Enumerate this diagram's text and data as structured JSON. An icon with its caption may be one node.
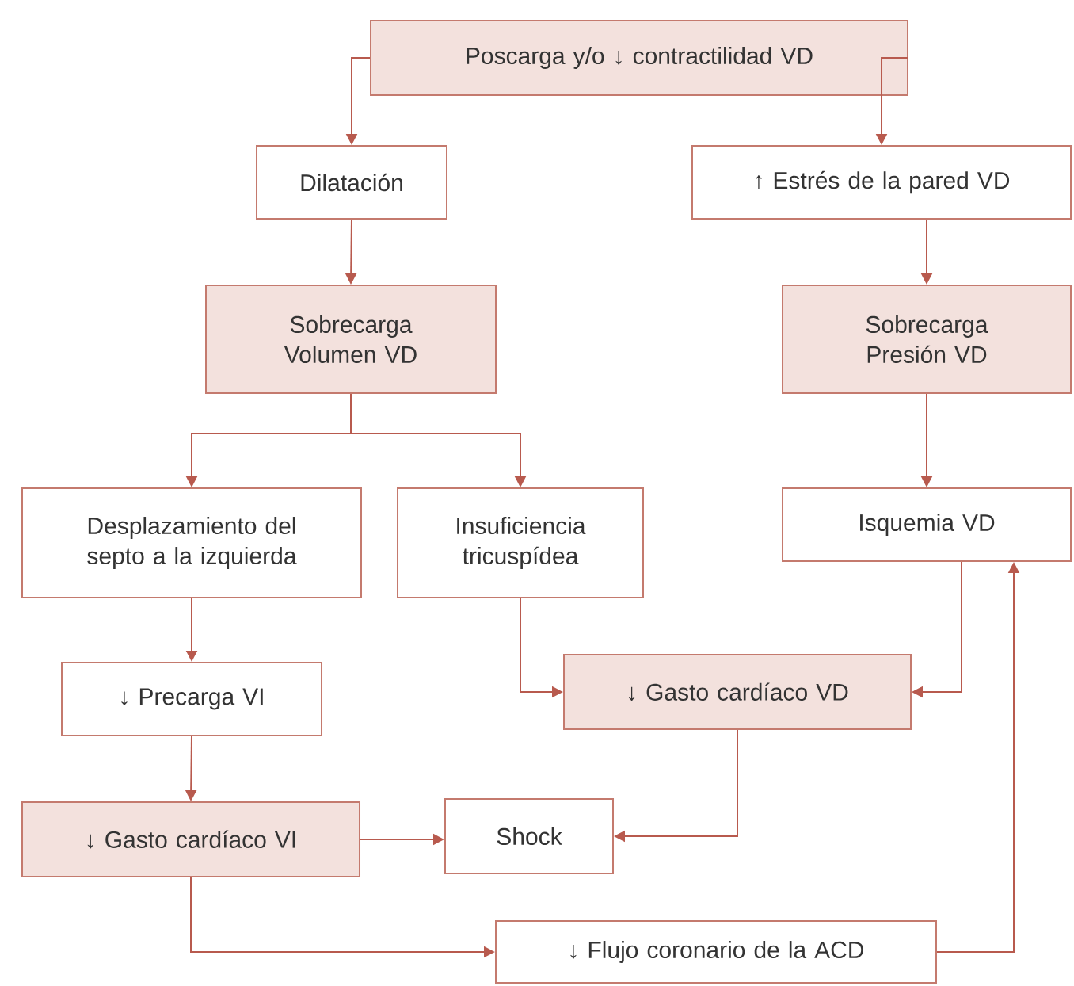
{
  "diagram": {
    "nodes": [
      {
        "text": [
          "Poscarga y/o ↓ contractilidad VD"
        ]
      },
      {
        "text": [
          "Dilatación"
        ]
      },
      {
        "text": [
          "↑ Estrés de la pared VD"
        ]
      },
      {
        "text": [
          "Sobrecarga Volumen VD"
        ]
      },
      {
        "text": [
          "Sobrecarga Presión VD"
        ]
      },
      {
        "text": [
          "Desplazamiento del septo a la izquierda"
        ]
      },
      {
        "text": [
          "Insuficiencia tricuspídea"
        ]
      },
      {
        "text": [
          "Isquemia VD"
        ]
      },
      {
        "text": [
          "↓ Gasto cardíaco VD"
        ]
      },
      {
        "text": [
          "↓ Precarga VI"
        ]
      },
      {
        "text": [
          "↓ Gasto cardíaco VI"
        ]
      },
      {
        "text": [
          "Shock"
        ]
      },
      {
        "text": [
          "↓ Flujo coronario de la ACD"
        ]
      }
    ],
    "edges": [
      {
        "from": 0,
        "to": 1,
        "arrow": "to"
      },
      {
        "from": 0,
        "to": 2,
        "arrow": "to"
      },
      {
        "from": 1,
        "to": 3,
        "arrow": "to"
      },
      {
        "from": 2,
        "to": 4,
        "arrow": "to"
      },
      {
        "from": 3,
        "to": 5,
        "arrow": "to"
      },
      {
        "from": 3,
        "to": 6,
        "arrow": "to"
      },
      {
        "from": 4,
        "to": 7,
        "arrow": "to"
      },
      {
        "from": 5,
        "to": 9,
        "arrow": "to"
      },
      {
        "from": 6,
        "to": 8,
        "arrow": "to"
      },
      {
        "from": 7,
        "to": 8,
        "arrow": "to"
      },
      {
        "from": 9,
        "to": 10,
        "arrow": "to"
      },
      {
        "from": 10,
        "to": 11,
        "arrow": "to"
      },
      {
        "from": 8,
        "to": 11,
        "arrow": "to"
      },
      {
        "from": 10,
        "to": 12,
        "arrow": "to"
      },
      {
        "from": 12,
        "to": 7,
        "arrow": "to"
      }
    ]
  }
}
